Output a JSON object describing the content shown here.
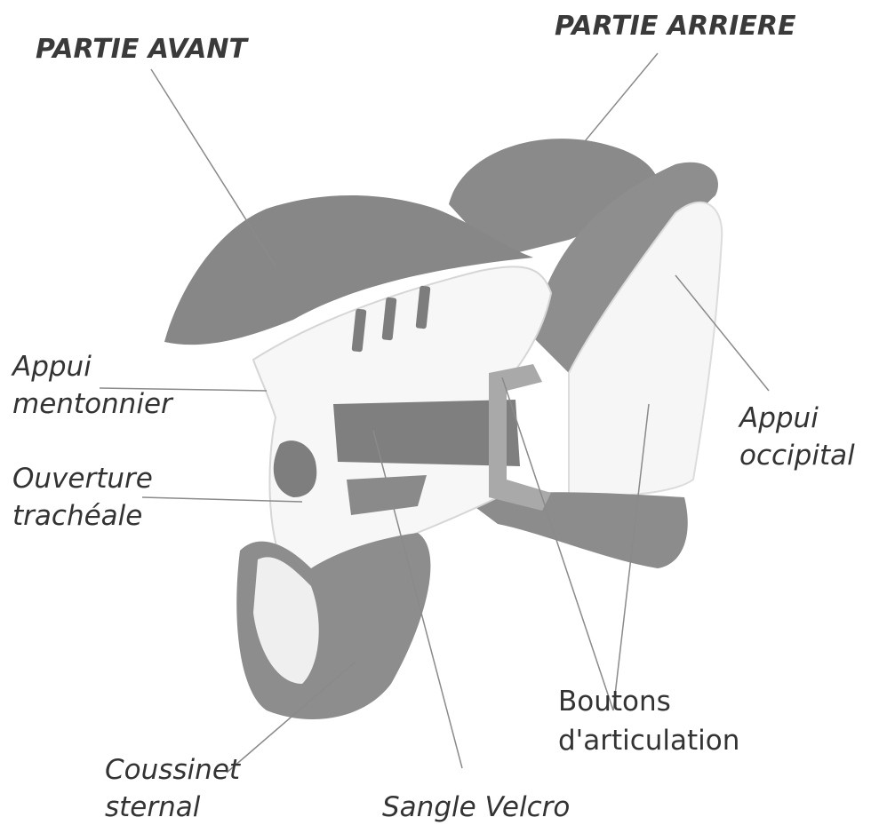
{
  "labels": {
    "front_part": "PARTIE AVANT",
    "back_part": "PARTIE ARRIERE",
    "chin_support": [
      "Appui",
      "mentonnier"
    ],
    "occipital_support": [
      "Appui",
      "occipital"
    ],
    "tracheal_opening": [
      "Ouverture",
      "trachéale"
    ],
    "articulation_buttons": [
      "Boutons",
      "d'articulation"
    ],
    "sternal_pad": [
      "Coussinet",
      "sternal"
    ],
    "velcro_strap": "Sangle Velcro"
  }
}
